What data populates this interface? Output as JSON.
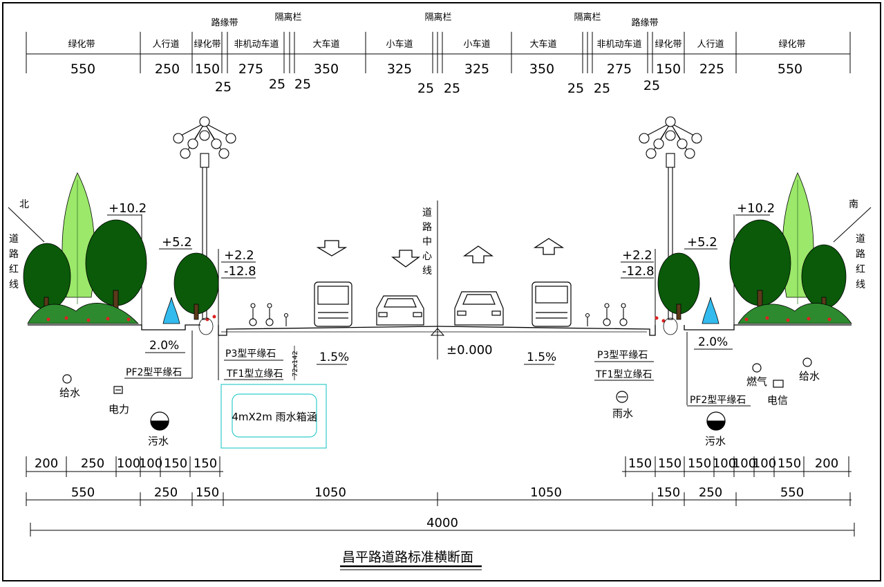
{
  "title": "昌平路道路标准横断面",
  "header": {
    "labels": [
      "绿化带",
      "人行道",
      "绿化带",
      "非机动车道",
      "大车道",
      "小车道",
      "小车道",
      "大车道",
      "非机动车道",
      "绿化带",
      "人行道",
      "绿化带"
    ],
    "widths": [
      "550",
      "250",
      "150",
      "275",
      "350",
      "325",
      "325",
      "350",
      "275",
      "150",
      "225",
      "550"
    ],
    "small_widths": [
      "25",
      "25",
      "25",
      "25",
      "25",
      "25",
      "25",
      "25"
    ],
    "top_notes": [
      "路缘带",
      "隔离栏",
      "隔离栏",
      "隔离栏",
      "路缘带"
    ]
  },
  "left_side": {
    "north": "北",
    "red_line": [
      "道",
      "路",
      "红",
      "线"
    ],
    "elev_1": "+10.2",
    "elev_2": "+5.2",
    "elev_3": "+2.2",
    "elev_4": "-12.8",
    "slope": "2.0%",
    "curb_pf2": "PF2型平缘石",
    "curb_p3": "P3型平缘石",
    "curb_tf1": "TF1型立缘石",
    "dim_note": "72x142",
    "culvert": "4mX2m 雨水箱涵",
    "util_water": "给水",
    "util_power": "电力",
    "util_sewage": "污水"
  },
  "center": {
    "centerline": [
      "道",
      "路",
      "中",
      "心",
      "线"
    ],
    "slope_left": "1.5%",
    "slope_right": "1.5%",
    "zero": "±0.000"
  },
  "right_side": {
    "south": "南",
    "red_line": [
      "道",
      "路",
      "红",
      "线"
    ],
    "elev_1": "+10.2",
    "elev_2": "+5.2",
    "elev_3": "+2.2",
    "elev_4": "-12.8",
    "slope": "2.0%",
    "curb_p3": "P3型平缘石",
    "curb_tf1": "TF1型立缘石",
    "curb_pf2": "PF2型平缘石",
    "util_rain": "雨水",
    "util_gas": "燃气",
    "util_telecom": "电信",
    "util_water": "给水",
    "util_sewage": "污水"
  },
  "dims": {
    "row1_left": [
      "200",
      "250",
      "100",
      "100",
      "150",
      "150"
    ],
    "row1_right": [
      "150",
      "150",
      "150",
      "100",
      "100",
      "100",
      "150",
      "200"
    ],
    "row2": [
      "550",
      "250",
      "150",
      "1050",
      "1050",
      "150",
      "250",
      "550"
    ],
    "total": "4000"
  },
  "colors": {
    "line": "#000000",
    "tree_dark": "#0a5a0a",
    "tree_light": "#9be86a",
    "fountain": "#33bbee",
    "culvert": "#33cccc",
    "flower": "#dd2222",
    "dim_note": "#b84a3a"
  }
}
